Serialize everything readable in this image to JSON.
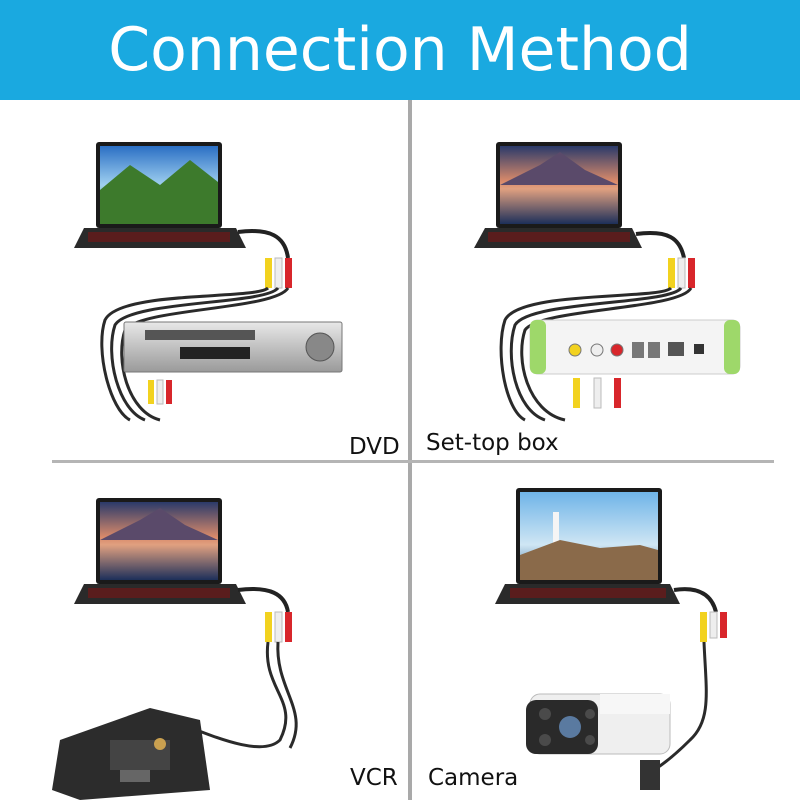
{
  "header": {
    "title": "Connection Method"
  },
  "panels": [
    {
      "device": "laptop-with-landscape-screen",
      "target": "dvd-player",
      "label": "DVD"
    },
    {
      "device": "laptop-with-mountain-screen",
      "target": "set-top-box",
      "label": "Set-top box"
    },
    {
      "device": "laptop-with-mountain-screen",
      "target": "camcorder",
      "label": "VCR"
    },
    {
      "device": "laptop-with-lighthouse-screen",
      "target": "security-camera",
      "label": "Camera"
    }
  ],
  "colors": {
    "header_bg": "#1aa9e0",
    "rca_yellow": "#f2d21f",
    "rca_white": "#eeeeee",
    "rca_red": "#d8262b"
  },
  "icons": [
    "laptop-icon",
    "rca-plug-icon",
    "dvd-player-icon",
    "set-top-box-icon",
    "camcorder-icon",
    "security-camera-icon"
  ]
}
